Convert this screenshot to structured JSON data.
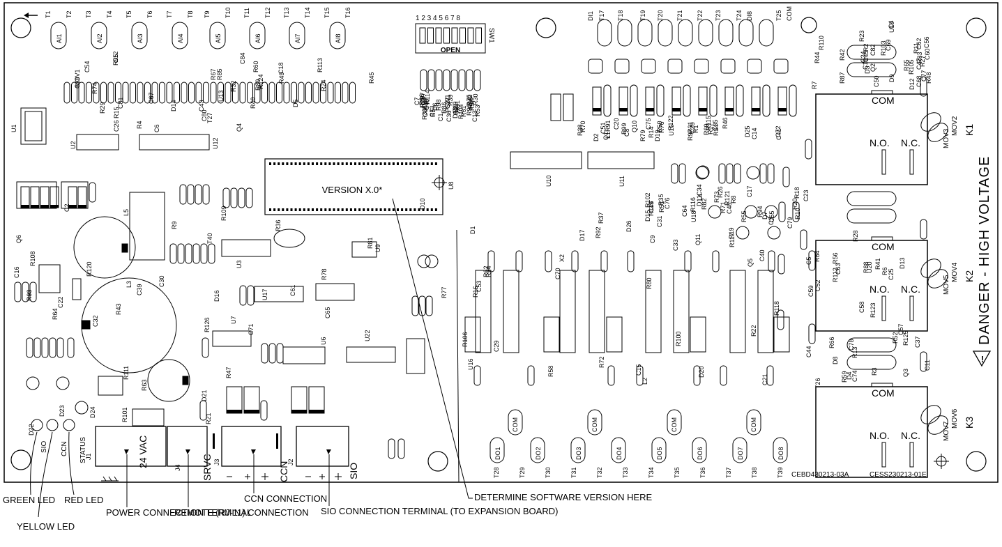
{
  "diagram": {
    "dip_switch": {
      "numbers": "1 2 3 4 5 6 7 8",
      "label": "SW1",
      "open_label": "OPEN"
    },
    "version": "VERSION X.0*",
    "chips": {
      "u8": "U8",
      "u10": "U10",
      "u11": "U11",
      "u1": "U1",
      "u2": "U2",
      "u3": "U3",
      "u6": "U6",
      "u9": "U9",
      "u7": "U7",
      "u12": "U12",
      "u22": "U22",
      "l5": "L5"
    },
    "top_terminals": [
      "T1",
      "T2",
      "T3",
      "T4",
      "T5",
      "T6",
      "T7",
      "T8",
      "T9",
      "T10",
      "T11",
      "T12",
      "T13",
      "T14",
      "T15",
      "T16"
    ],
    "analog_inputs": [
      "AI1",
      "AI2",
      "AI3",
      "AI4",
      "AI5",
      "AI6",
      "AI7",
      "AI8"
    ],
    "relay_terminals_top": [
      "DI1",
      "T17",
      "T18",
      "T19",
      "T20",
      "T21",
      "T22",
      "T23",
      "T24",
      "DI8",
      "T25",
      "COM"
    ],
    "discrete_outputs": [
      "DO1",
      "DO2",
      "DO3",
      "DO4",
      "DO5",
      "DO6",
      "DO7",
      "DO8"
    ],
    "bottom_terminals": [
      "T28",
      "T29",
      "T30",
      "T31",
      "T32",
      "T33",
      "T34",
      "T35",
      "T36",
      "T37",
      "T38",
      "T39"
    ],
    "bottom_com": [
      "COM",
      "COM",
      "COM",
      "COM"
    ],
    "relays": [
      {
        "name": "K1",
        "com": "COM",
        "no": "N.O.",
        "nc": "N.C.",
        "mov_a": "MOV2",
        "mov_b": "MOV3"
      },
      {
        "name": "K2",
        "com": "COM",
        "no": "N.O.",
        "nc": "N.C.",
        "mov_a": "MOV4",
        "mov_b": "MOV5"
      },
      {
        "name": "K3",
        "com": "COM",
        "no": "N.O.",
        "nc": "N.C.",
        "mov_a": "MOV6",
        "mov_b": "MOV7"
      }
    ],
    "danger": "DANGER - HIGH VOLTAGE",
    "warning_mark": "!",
    "leds": {
      "d22": "D22",
      "d23": "D23",
      "d24": "D24",
      "sio": "SIO",
      "ccn": "CCN",
      "status": "STATUS"
    },
    "connectors": {
      "j1": "J1",
      "j1_label": "24 VAC",
      "j4": "J4",
      "j4_label": "SRVC",
      "j3": "J3",
      "j3_label": "CCN",
      "j2": "J2",
      "j2_label": "SIO"
    },
    "part_numbers": [
      "CEBD430213-03A",
      "CESS230213-01E"
    ],
    "misc_refs": [
      "U13",
      "U14",
      "U15",
      "U16",
      "U17",
      "U18",
      "U19",
      "U20",
      "C18",
      "C19",
      "C20",
      "C21",
      "C22",
      "C23",
      "C24",
      "C25",
      "C26",
      "C27",
      "C28",
      "C29",
      "C30",
      "C31",
      "R87",
      "R88",
      "R89",
      "R90",
      "R91",
      "R92",
      "R93",
      "R94",
      "C56",
      "C58",
      "C80",
      "PSW1",
      "Q10",
      "Q11",
      "R111",
      "C79",
      "C77",
      "C57",
      "C84",
      "R98",
      "R99",
      "R100",
      "R101",
      "R102",
      "R103",
      "T26",
      "T27",
      "AO1",
      "Q1",
      "Q5",
      "Q6",
      "D7",
      "D9",
      "D8",
      "R95",
      "R96",
      "R97",
      "R117",
      "R109",
      "R116",
      "R110",
      "R112",
      "R113",
      "R114",
      "R115",
      "D17",
      "D16",
      "D15",
      "D3",
      "D4",
      "D5",
      "D6",
      "D2",
      "D1",
      "R120",
      "R119",
      "R2",
      "R3",
      "R32",
      "R33",
      "R34",
      "R22",
      "R21",
      "R20",
      "Q2",
      "Q3",
      "Q4",
      "R104",
      "R122",
      "R118",
      "C61",
      "C55",
      "C82",
      "C37",
      "C38",
      "C36",
      "C35",
      "C33",
      "C32",
      "C34",
      "C60",
      "C59",
      "C81",
      "C73",
      "R79",
      "R80",
      "R81",
      "R82",
      "R83",
      "R84",
      "R85",
      "R86",
      "C75",
      "R106",
      "R126",
      "R18",
      "R23",
      "R28",
      "R29",
      "R30",
      "R31",
      "X2",
      "C65",
      "C64",
      "C68",
      "C74",
      "R24",
      "R25",
      "L1",
      "L2",
      "L3",
      "L4",
      "R27",
      "R125",
      "C67",
      "C66",
      "C72",
      "C70",
      "C71",
      "C76",
      "R105",
      "R123",
      "R124",
      "R107",
      "D19",
      "D20",
      "D21",
      "R26",
      "C62",
      "C63",
      "MOV1",
      "C1",
      "D25",
      "D26",
      "T40",
      "R121",
      "R42",
      "R41",
      "R40",
      "R39",
      "R38",
      "R37",
      "R36",
      "R35",
      "C10",
      "C11",
      "C12",
      "C13",
      "C14",
      "C15",
      "C16",
      "C17",
      "C69",
      "R59",
      "R60",
      "R61",
      "R70",
      "R62",
      "R108",
      "C48",
      "C50",
      "C52",
      "C54",
      "C49",
      "C51",
      "C53",
      "R63",
      "R71",
      "C47",
      "C78",
      "R67",
      "R68",
      "R69",
      "R72",
      "R64",
      "R73",
      "R65",
      "R66",
      "R74",
      "R75",
      "R76",
      "R77",
      "R78",
      "C46",
      "C45",
      "C44",
      "C43",
      "C42",
      "C41",
      "C40",
      "C39",
      "R10",
      "R11",
      "R13",
      "R15",
      "R12",
      "R14",
      "R16",
      "R9",
      "R8",
      "R7",
      "R6",
      "R4",
      "R5",
      "R17",
      "R19",
      "C2",
      "C3",
      "C4",
      "C5",
      "C6",
      "C7",
      "C8",
      "C9",
      "R43",
      "R51",
      "R44",
      "R52",
      "R45",
      "R53",
      "R46",
      "R54",
      "R47",
      "R55",
      "R48",
      "R56",
      "R49",
      "R57",
      "R50",
      "R58",
      "D10",
      "D11",
      "D12",
      "D13",
      "D14",
      "D18",
      "R1"
    ]
  },
  "callouts": {
    "green_led": "GREEN LED",
    "yellow_led": "YELLOW LED",
    "red_led": "RED LED",
    "power": "POWER CONNECTION TERMINAL",
    "remote": "REMOTE (RJ-11) CONNECTION",
    "ccn": "CCN CONNECTION",
    "sio": "SIO CONNECTION TERMINAL (TO EXPANSION BOARD)",
    "software": "DETERMINE SOFTWARE VERSION HERE"
  }
}
